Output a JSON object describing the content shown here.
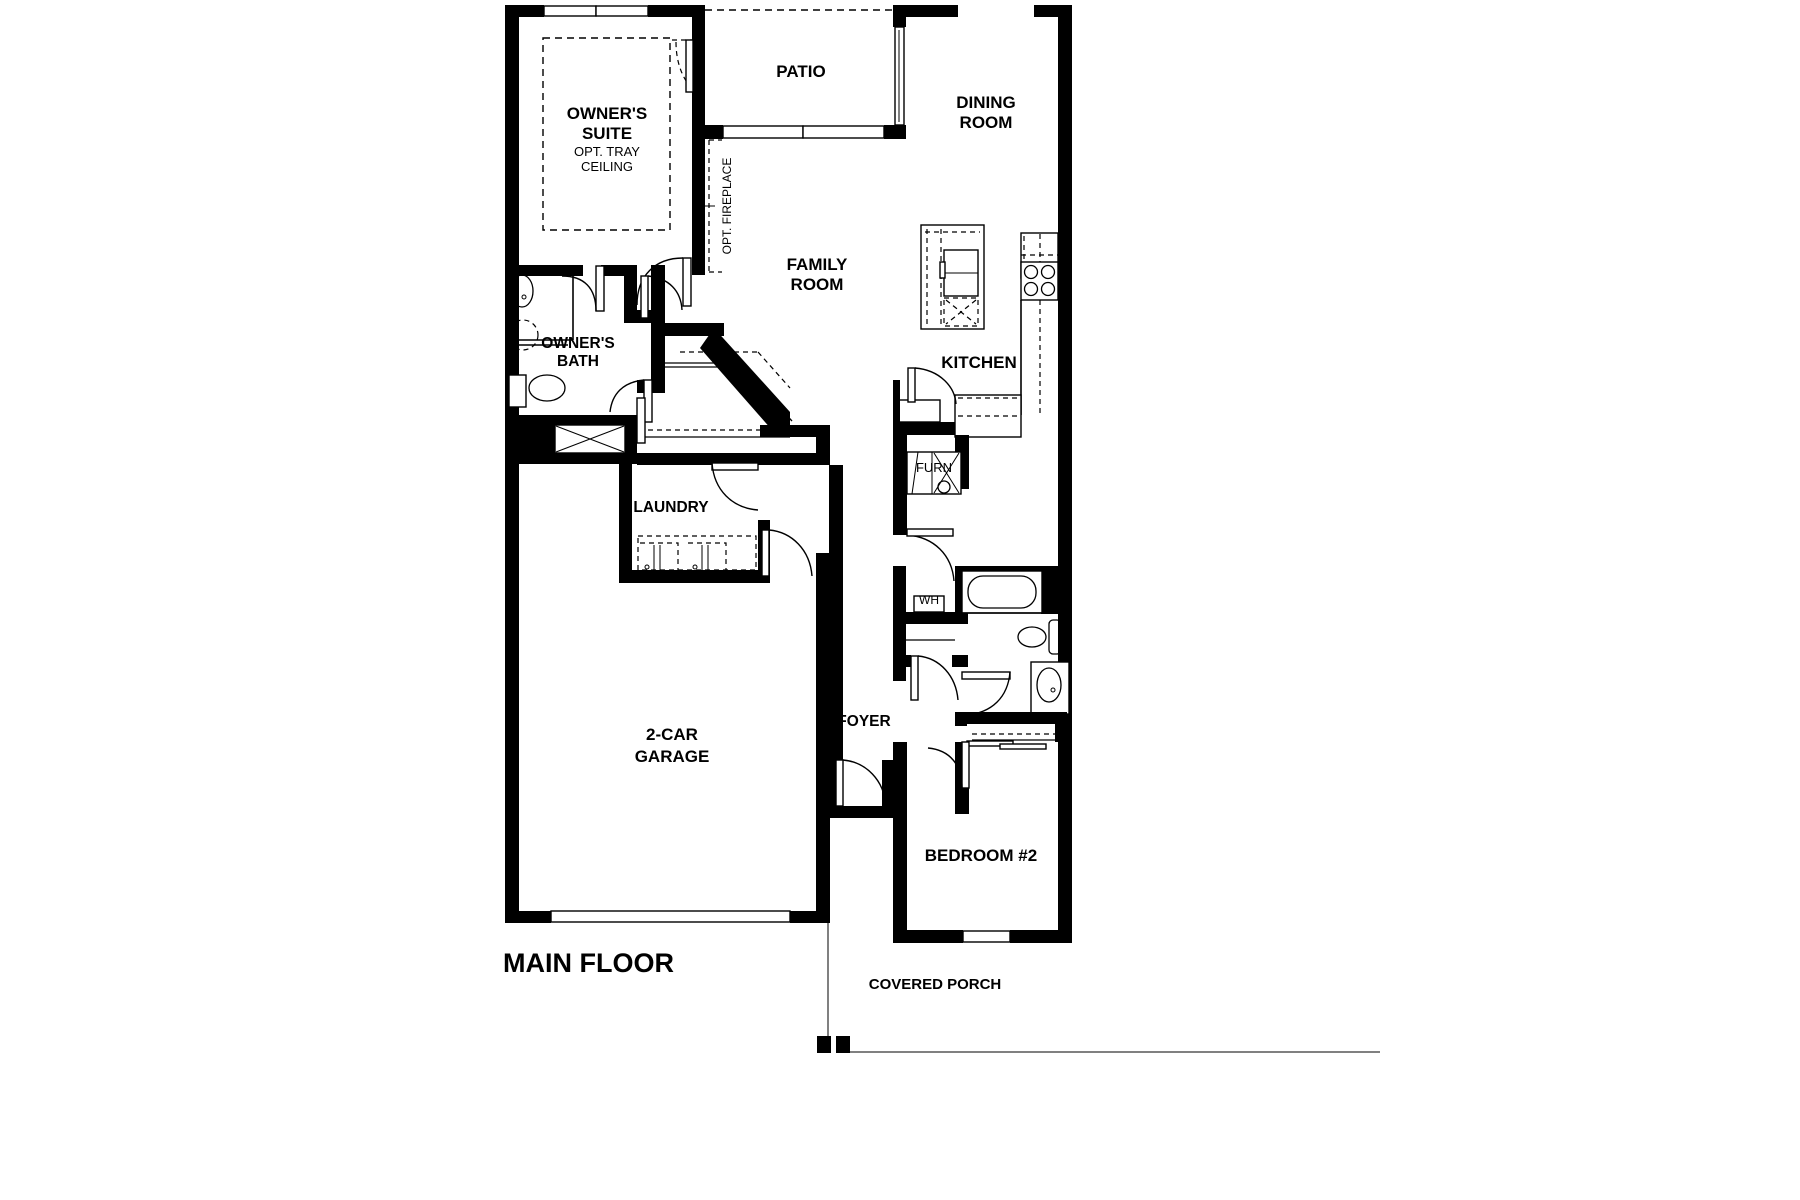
{
  "document": {
    "type": "architectural-floor-plan",
    "title": "MAIN FLOOR",
    "background_color": "#ffffff",
    "line_color": "#000000"
  },
  "rooms": [
    {
      "id": "owners_suite",
      "label": "OWNER'S SUITE",
      "sublabel": "OPT. TRAY CEILING"
    },
    {
      "id": "patio",
      "label": "PATIO",
      "sublabel": ""
    },
    {
      "id": "dining_room",
      "label": "DINING ROOM",
      "sublabel": ""
    },
    {
      "id": "family_room",
      "label": "FAMILY ROOM",
      "sublabel": ""
    },
    {
      "id": "kitchen",
      "label": "KITCHEN",
      "sublabel": ""
    },
    {
      "id": "owners_bath",
      "label": "OWNER'S BATH",
      "sublabel": ""
    },
    {
      "id": "laundry",
      "label": "LAUNDRY",
      "sublabel": ""
    },
    {
      "id": "garage",
      "label": "2-CAR GARAGE",
      "sublabel": ""
    },
    {
      "id": "foyer",
      "label": "FOYER",
      "sublabel": ""
    },
    {
      "id": "bedroom_2",
      "label": "BEDROOM #2",
      "sublabel": ""
    },
    {
      "id": "covered_porch",
      "label": "COVERED PORCH",
      "sublabel": ""
    }
  ],
  "labels": {
    "owners_suite_line1": "OWNER'S",
    "owners_suite_line2": "SUITE",
    "owners_suite_opt1": "OPT. TRAY",
    "owners_suite_opt2": "CEILING",
    "patio": "PATIO",
    "dining_line1": "DINING",
    "dining_line2": "ROOM",
    "family_line1": "FAMILY",
    "family_line2": "ROOM",
    "kitchen": "KITCHEN",
    "owners_bath_line1": "OWNER'S",
    "owners_bath_line2": "BATH",
    "laundry": "LAUNDRY",
    "garage_line1": "2-CAR",
    "garage_line2": "GARAGE",
    "foyer": "FOYER",
    "bedroom2": "BEDROOM #2",
    "covered_porch": "COVERED PORCH",
    "opt_fireplace": "OPT. FIREPLACE",
    "furnace": "FURN",
    "water_heater": "WH",
    "plan_title": "MAIN FLOOR"
  },
  "fixtures": [
    {
      "name": "refrigerator",
      "room": "kitchen"
    },
    {
      "name": "cooktop",
      "room": "kitchen"
    },
    {
      "name": "kitchen-island",
      "room": "kitchen"
    },
    {
      "name": "kitchen-sink",
      "room": "kitchen"
    },
    {
      "name": "dishwasher",
      "room": "kitchen"
    },
    {
      "name": "furnace",
      "room": "utility"
    },
    {
      "name": "water-heater",
      "room": "utility"
    },
    {
      "name": "bathtub",
      "room": "bath-2"
    },
    {
      "name": "toilet",
      "room": "bath-2"
    },
    {
      "name": "vanity-sink",
      "room": "bath-2"
    },
    {
      "name": "owners-bath-sink",
      "room": "owners_bath"
    },
    {
      "name": "owners-bath-toilet",
      "room": "owners_bath"
    },
    {
      "name": "owners-bath-shower",
      "room": "owners_bath"
    },
    {
      "name": "washer",
      "room": "laundry"
    },
    {
      "name": "dryer",
      "room": "laundry"
    },
    {
      "name": "linen-closet",
      "room": "owners_bath"
    }
  ]
}
